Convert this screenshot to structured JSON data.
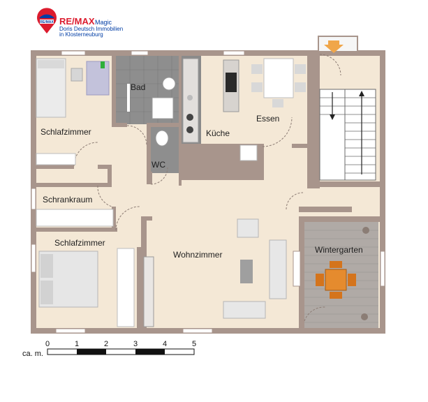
{
  "branding": {
    "badge_text": "RE/MAX",
    "brand_name": "RE/MAX",
    "brand_suffix": "Magic",
    "line1": "Doris Deutsch Immobilien",
    "line2": "in Klosterneuburg",
    "colors": {
      "red": "#dc1c2e",
      "blue": "#003da5"
    }
  },
  "rooms": {
    "schlafzimmer_top": "Schlafzimmer",
    "bad": "Bad",
    "kueche": "Küche",
    "essen": "Essen",
    "wc": "WC",
    "schrankraum": "Schrankraum",
    "schlafzimmer_bottom": "Schlafzimmer",
    "wohnzimmer": "Wohnzimmer",
    "wintergarten": "Wintergarten"
  },
  "scale_bar": {
    "unit_label": "ca. m.",
    "ticks": [
      "0",
      "1",
      "2",
      "3",
      "4",
      "5"
    ]
  },
  "colors": {
    "wall": "#a8958c",
    "floor": "#f4e8d6",
    "tile": "#8e8e8e",
    "deck": "#b0aaa6",
    "entry_arrow": "#f0a64a"
  }
}
